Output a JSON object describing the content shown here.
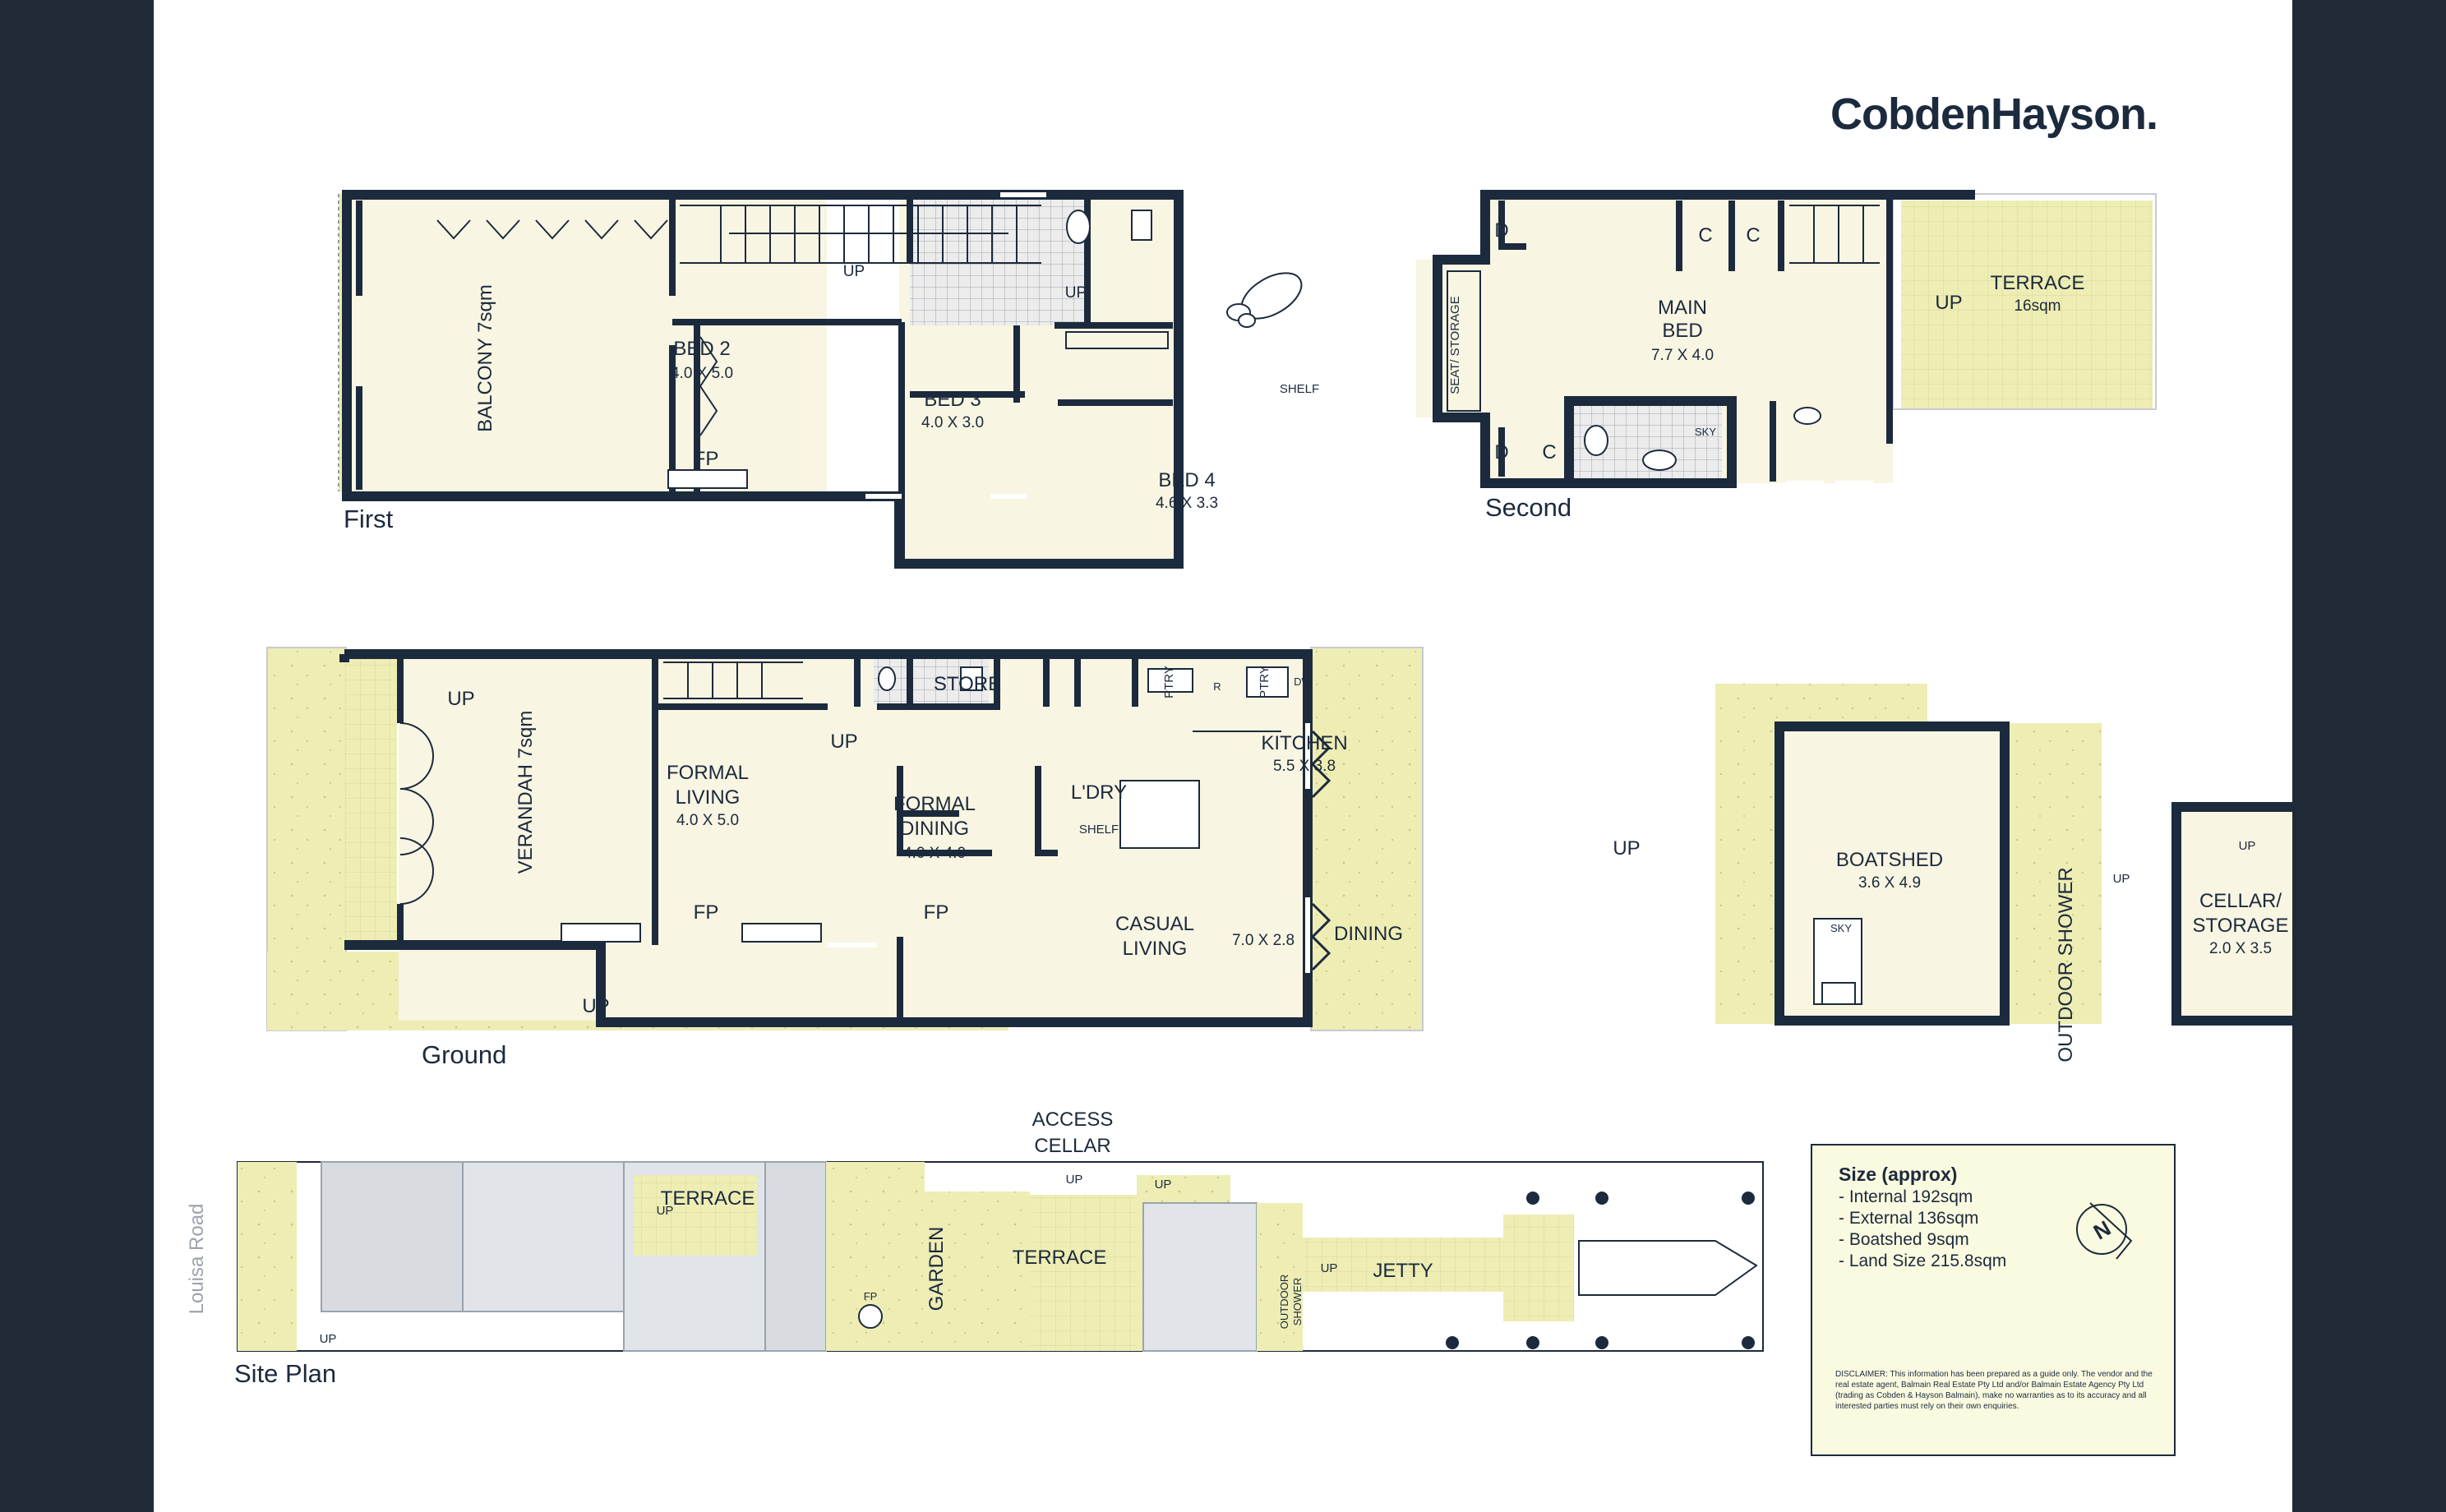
{
  "brand": "CobdenHayson.",
  "colors": {
    "wall": "#1c2a3d",
    "floor": "#f8f5e2",
    "outdoor": "#eeedb4",
    "tile": "#dcdcdc",
    "background": "#1f2a36"
  },
  "captions": {
    "first": "First",
    "second": "Second",
    "ground": "Ground",
    "site": "Site Plan",
    "street": "Louisa Road"
  },
  "first": {
    "balcony": "BALCONY 7sqm",
    "bed2": {
      "name": "BED 2",
      "dim": "4.0 X 5.0"
    },
    "bed3": {
      "name": "BED 3",
      "dim": "4.0 X 3.0"
    },
    "bed4": {
      "name": "BED 4",
      "dim": "4.6 X 3.3"
    },
    "fp": "FP",
    "up1": "UP",
    "up2": "UP",
    "shelf": "SHELF"
  },
  "second": {
    "main": {
      "name1": "MAIN",
      "name2": "BED",
      "dim": "7.7 X 4.0"
    },
    "terrace": {
      "name": "TERRACE",
      "dim": "16sqm"
    },
    "seat": "SEAT/ STORAGE",
    "d": "D",
    "c": "C",
    "sky": "SKY",
    "up": "UP"
  },
  "ground": {
    "verandah": "VERANDAH 7sqm",
    "formal_living": {
      "name1": "FORMAL",
      "name2": "LIVING",
      "dim": "4.0 X 5.0"
    },
    "formal_dining": {
      "name1": "FORMAL",
      "name2": "DINING",
      "dim": "4.0 X 4.0"
    },
    "kitchen": {
      "name": "KITCHEN",
      "dim": "5.5 X 3.8"
    },
    "casual": {
      "name1": "CASUAL",
      "name2": "LIVING",
      "dim": "7.0 X 2.8",
      "dining": "DINING"
    },
    "store": "STORE",
    "ldry": "L'DRY",
    "shelf": "SHELF",
    "ptry": "PTRY",
    "r": "R",
    "dw": "DW",
    "fp": "FP",
    "up": "UP"
  },
  "boatshed": {
    "name": "BOATSHED",
    "dim": "3.6 X 4.9",
    "sky": "SKY",
    "shower": "OUTDOOR SHOWER",
    "up": "UP",
    "cellar": {
      "name1": "CELLAR/",
      "name2": "STORAGE",
      "dim": "2.0 X 3.5"
    }
  },
  "site": {
    "access1": "ACCESS",
    "access2": "CELLAR",
    "terrace": "TERRACE",
    "garden": "GARDEN",
    "jetty": "JETTY",
    "shower1": "OUTDOOR",
    "shower2": "SHOWER",
    "fp": "FP",
    "up": "UP"
  },
  "size": {
    "title": "Size (approx)",
    "items": [
      "- Internal 192sqm",
      "- External 136sqm",
      "- Boatshed 9sqm",
      "- Land Size 215.8sqm"
    ],
    "compass": "N",
    "disclaimer": "DISCLAIMER: This information has been prepared as a guide only. The vendor and the real estate agent, Balmain Real Estate Pty Ltd and/or Balmain Estate Agency Pty Ltd (trading as Cobden & Hayson Balmain), make no warranties as to its accuracy and all interested parties must rely on their own enquiries."
  }
}
